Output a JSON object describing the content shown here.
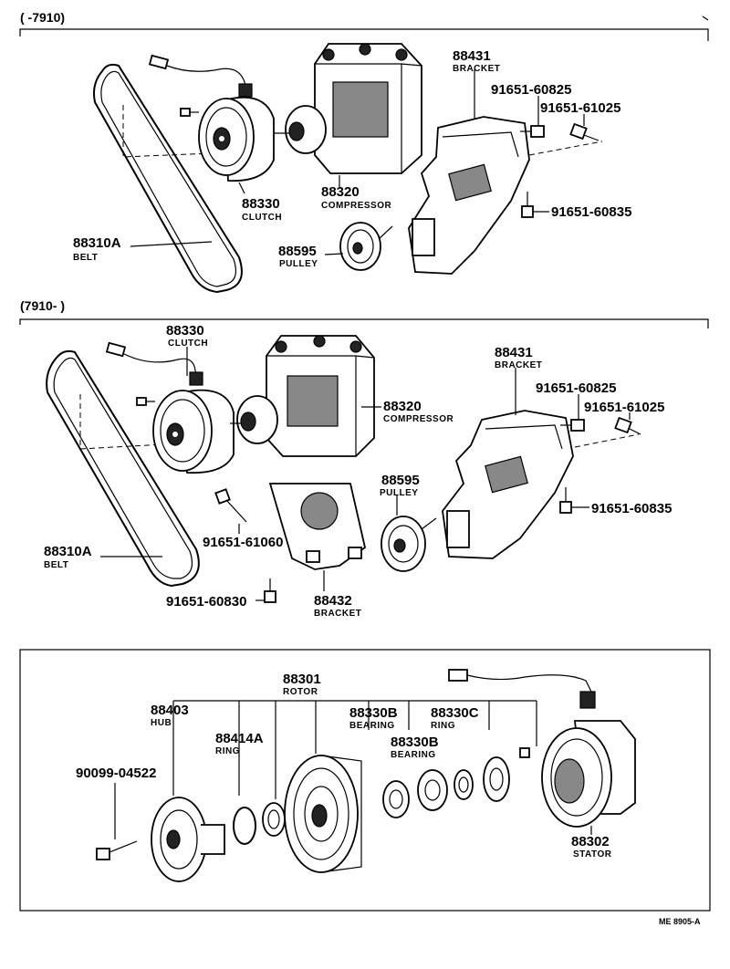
{
  "sections": {
    "top_range": "(      -7910)",
    "mid_range": "(7910-        )",
    "footer_code": "ME 8905-A"
  },
  "top": {
    "clutch": {
      "num": "88330",
      "label": "CLUTCH"
    },
    "compressor": {
      "num": "88320",
      "label": "COMPRESSOR"
    },
    "bracket": {
      "num": "88431",
      "label": "BRACKET"
    },
    "bolt1": "91651-60825",
    "bolt2": "91651-61025",
    "bolt3": "91651-60835",
    "pulley": {
      "num": "88595",
      "label": "PULLEY"
    },
    "belt": {
      "num": "88310A",
      "label": "BELT"
    }
  },
  "mid": {
    "clutch": {
      "num": "88330",
      "label": "CLUTCH"
    },
    "compressor": {
      "num": "88320",
      "label": "COMPRESSOR"
    },
    "bracket": {
      "num": "88431",
      "label": "BRACKET"
    },
    "bolt1": "91651-60825",
    "bolt2": "91651-61025",
    "bolt3": "91651-60835",
    "pulley": {
      "num": "88595",
      "label": "PULLEY"
    },
    "belt": {
      "num": "88310A",
      "label": "BELT"
    },
    "bolt4": "91651-61060",
    "bolt5": "91651-60830",
    "bracket2": {
      "num": "88432",
      "label": "BRACKET"
    }
  },
  "bottom": {
    "rotor": {
      "num": "88301",
      "label": "ROTOR"
    },
    "hub": {
      "num": "88403",
      "label": "HUB"
    },
    "ring": {
      "num": "88414A",
      "label": "RING"
    },
    "bearing1": {
      "num": "88330B",
      "label": "BEARING"
    },
    "ring2": {
      "num": "88330C",
      "label": "RING"
    },
    "bearing2": {
      "num": "88330B",
      "label": "BEARING"
    },
    "bolt": "90099-04522",
    "stator": {
      "num": "88302",
      "label": "STATOR"
    }
  }
}
